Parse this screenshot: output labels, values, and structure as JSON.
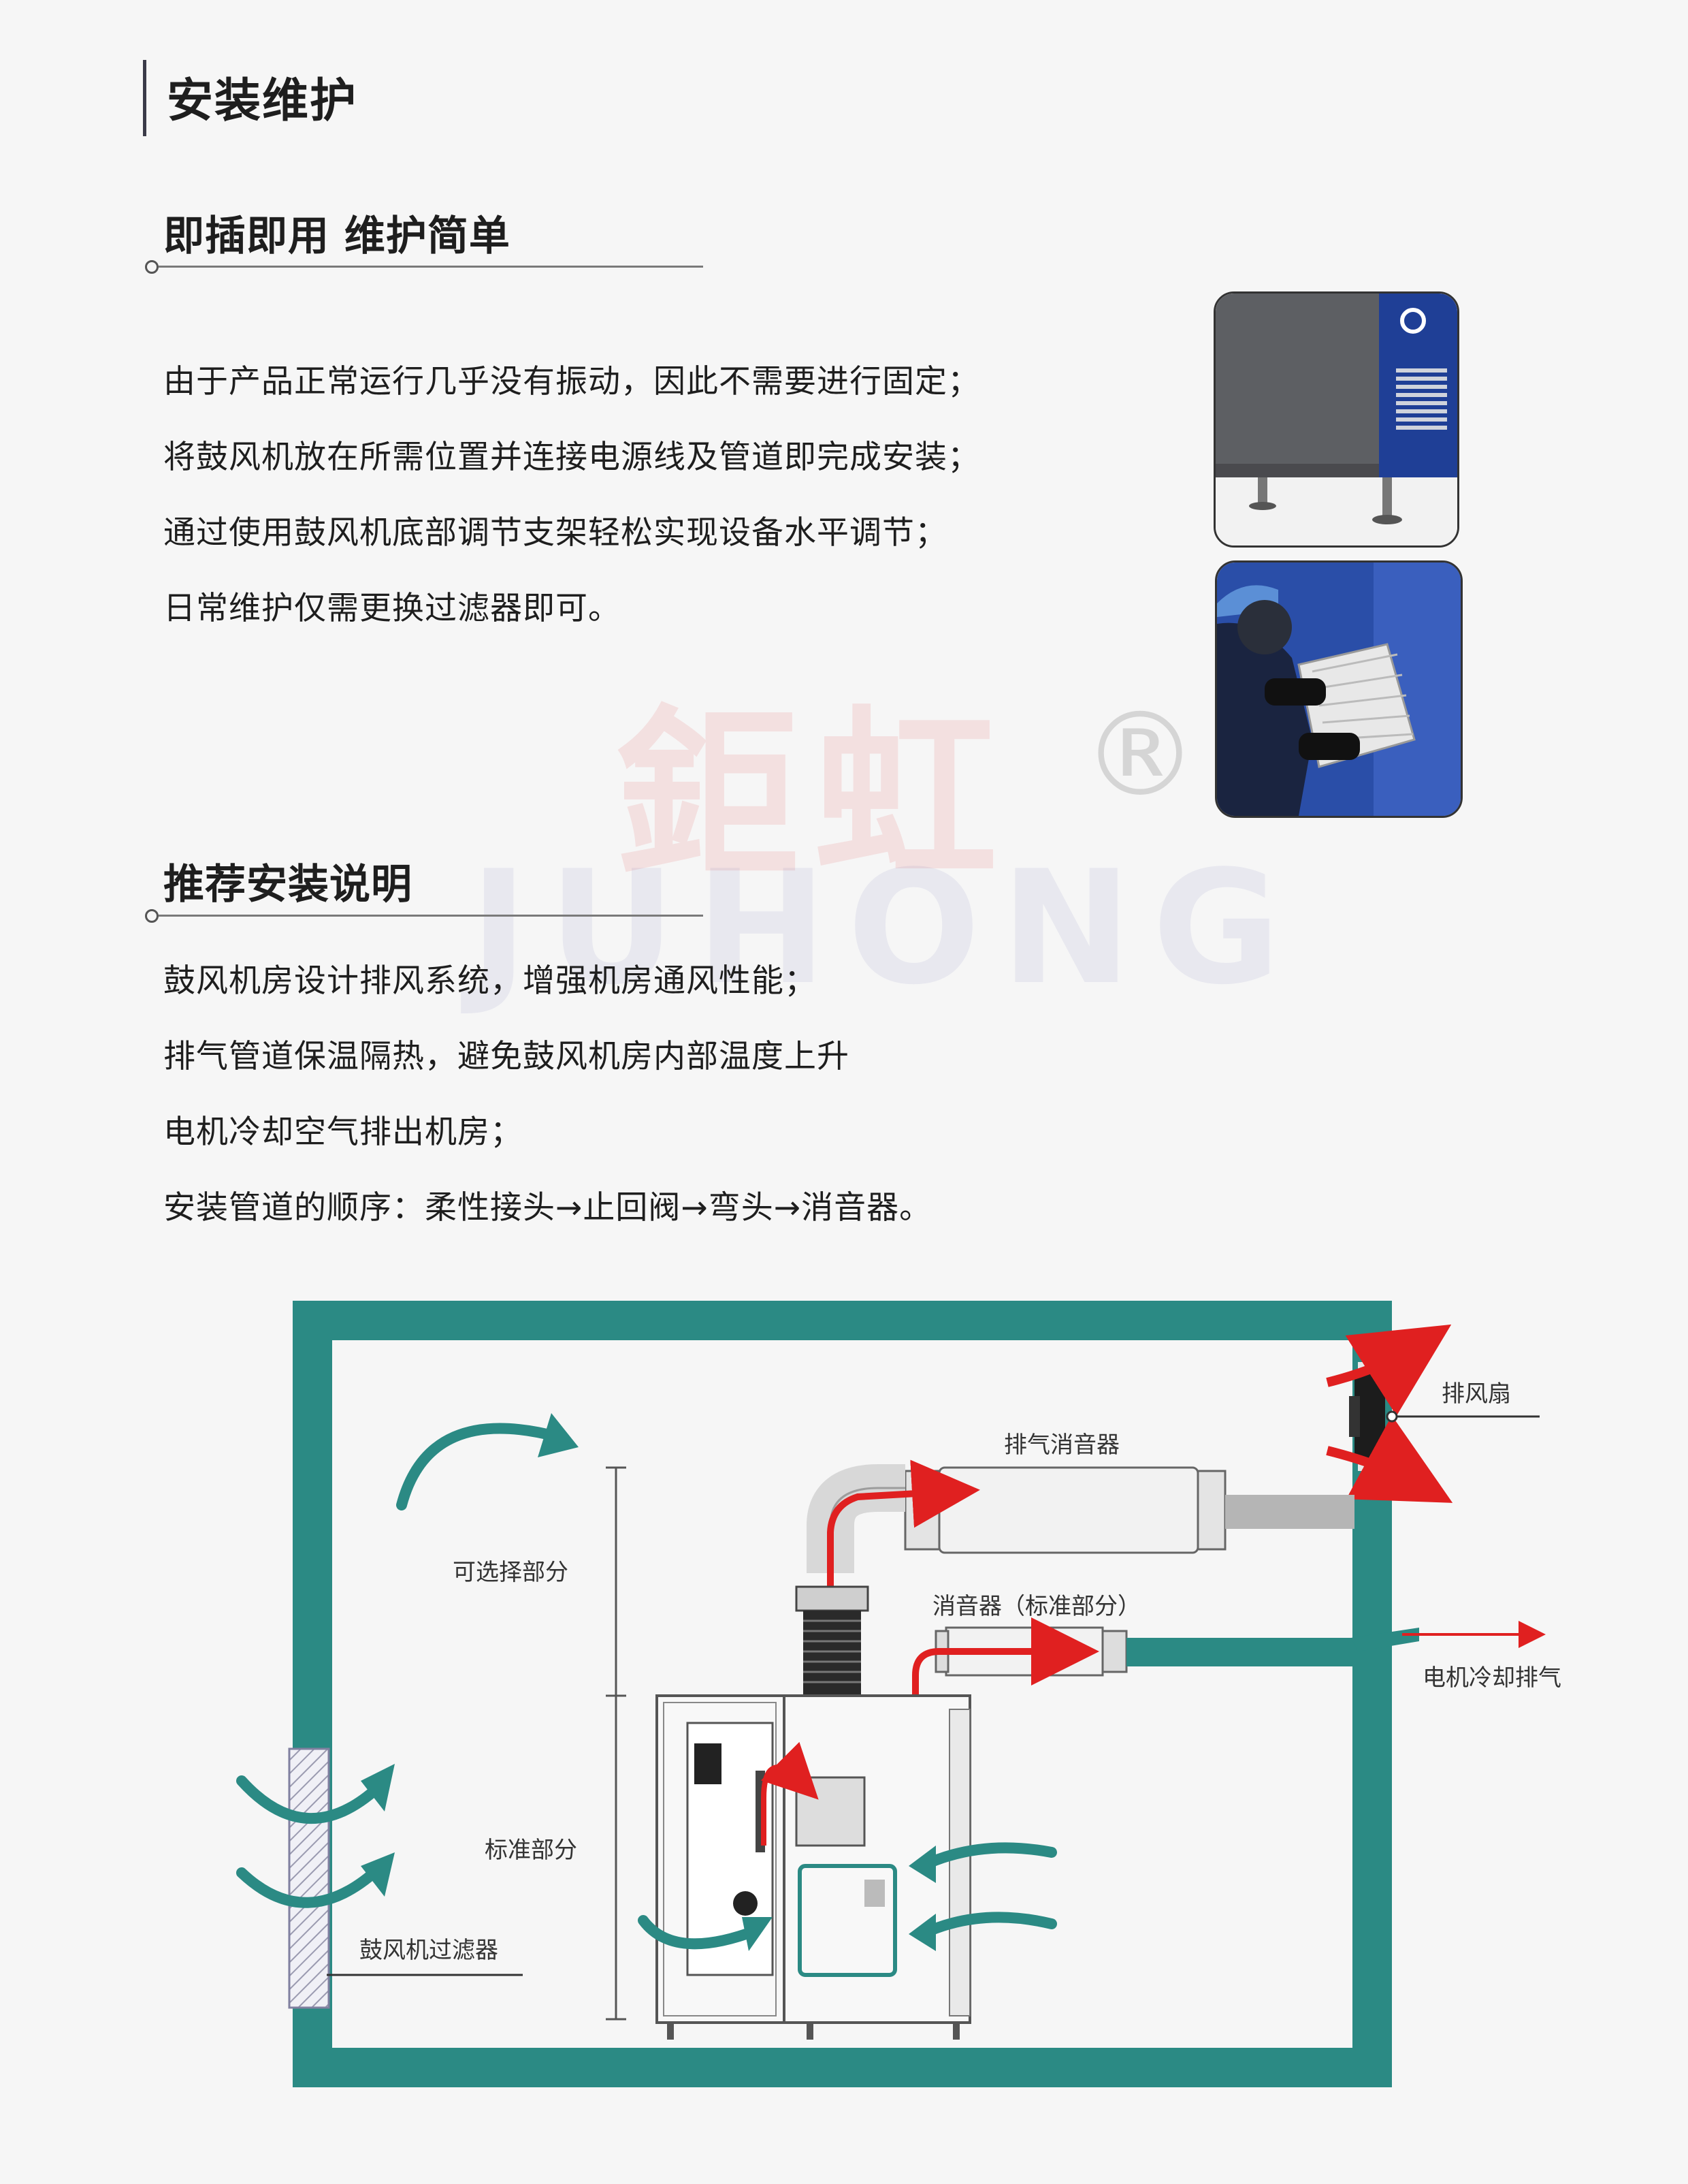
{
  "page_title": "安装维护",
  "section1": {
    "title": "即插即用 维护简单",
    "lines": [
      "由于产品正常运行几乎没有振动，因此不需要进行固定；",
      "将鼓风机放在所需位置并连接电源线及管道即完成安装；",
      "通过使用鼓风机底部调节支架轻松实现设备水平调节；",
      "日常维护仅需更换过滤器即可。"
    ]
  },
  "section2": {
    "title": "推荐安装说明",
    "lines": [
      "鼓风机房设计排风系统，增强机房通风性能；",
      "排气管道保温隔热，避免鼓风机房内部温度上升",
      "电机冷却空气排出机房；",
      "安装管道的顺序：柔性接头→止回阀→弯头→消音器。"
    ]
  },
  "watermark": {
    "brand_cn": "鉅虹",
    "registered": "®",
    "brand_en": "JUHONG"
  },
  "diagram": {
    "labels": {
      "exhaust_fan": "排风扇",
      "exhaust_silencer": "排气消音器",
      "optional_part": "可选择部分",
      "silencer_standard": "消音器（标准部分）",
      "motor_cooling_exhaust": "电机冷却排气",
      "standard_part": "标准部分",
      "blower_filter": "鼓风机过滤器"
    },
    "colors": {
      "wall": "#2b8a84",
      "hot_air": "#e02020",
      "cool_air": "#2b8a84",
      "duct": "#b5b5b5"
    }
  }
}
